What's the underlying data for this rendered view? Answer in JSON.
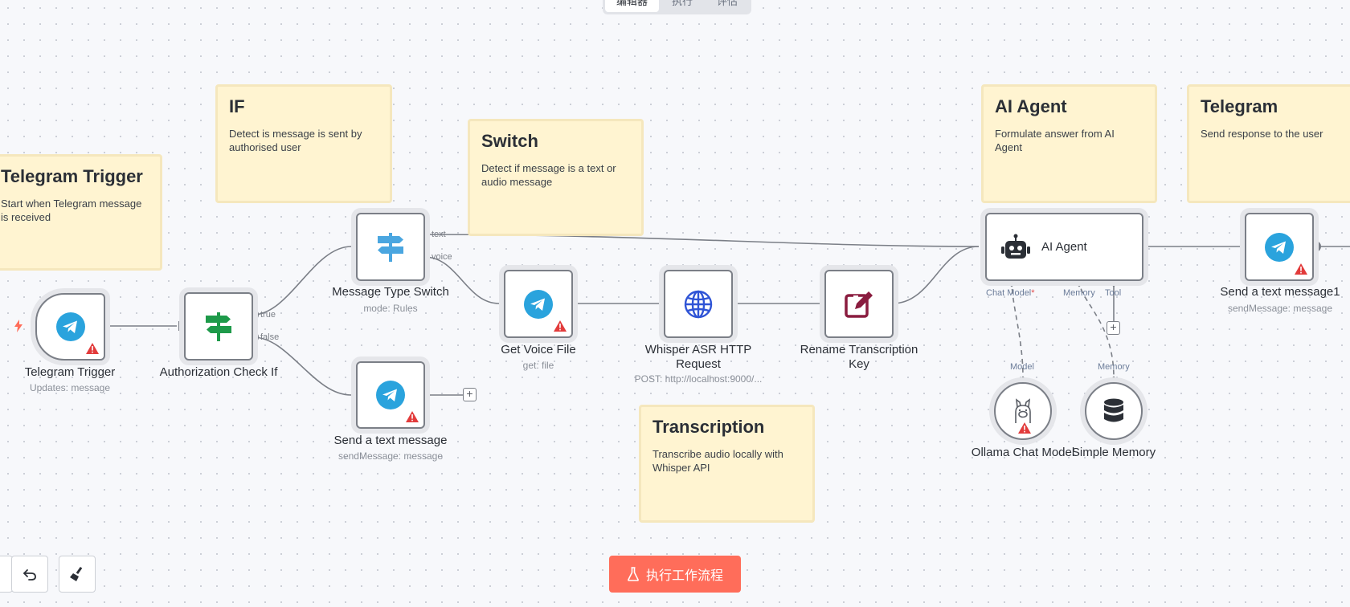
{
  "tabs": [
    {
      "label": "编辑器"
    },
    {
      "label": "执行"
    },
    {
      "label": "评估"
    }
  ],
  "stickies": {
    "telegram_trigger": {
      "title": "Telegram Trigger",
      "body": "Start when Telegram message is received"
    },
    "if": {
      "title": "IF",
      "body": "Detect is message is sent by authorised user"
    },
    "switch": {
      "title": "Switch",
      "body": "Detect if message is a text or audio message"
    },
    "transcription": {
      "title": "Transcription",
      "body": "Transcribe audio locally with Whisper API"
    },
    "ai_agent": {
      "title": "AI Agent",
      "body": "Formulate answer from AI Agent"
    },
    "telegram": {
      "title": "Telegram",
      "body": "Send response to the user"
    }
  },
  "nodes": {
    "telegram_trigger": {
      "label": "Telegram Trigger",
      "subtitle": "Updates: message"
    },
    "auth_check": {
      "label": "Authorization Check If",
      "true_label": "true",
      "false_label": "false"
    },
    "message_switch": {
      "label": "Message Type Switch",
      "subtitle": "mode: Rules",
      "text_label": "text",
      "voice_label": "voice"
    },
    "send_text": {
      "label": "Send a text message",
      "subtitle": "sendMessage: message"
    },
    "get_voice": {
      "label": "Get Voice File",
      "subtitle": "get: file"
    },
    "whisper": {
      "label": "Whisper ASR HTTP Request",
      "subtitle": "POST: http://localhost:9000/..."
    },
    "rename": {
      "label": "Rename Transcription Key"
    },
    "ai_agent": {
      "label": "AI Agent",
      "chat_model_label": "Chat Model",
      "required_mark": "*",
      "memory_label": "Memory",
      "tool_label": "Tool"
    },
    "send_text1": {
      "label": "Send a text message1",
      "subtitle": "sendMessage: message"
    },
    "ollama": {
      "label": "Ollama Chat Model",
      "port_label": "Model"
    },
    "memory": {
      "label": "Simple Memory",
      "port_label": "Memory"
    }
  },
  "plus_symbol": "+",
  "toolbar": {
    "run_label": "执行工作流程"
  },
  "colors": {
    "accent": "#ff6d5a",
    "telegram": "#2aa3dd",
    "warning": "#e23b3b",
    "sticky": "#fff4d1"
  }
}
